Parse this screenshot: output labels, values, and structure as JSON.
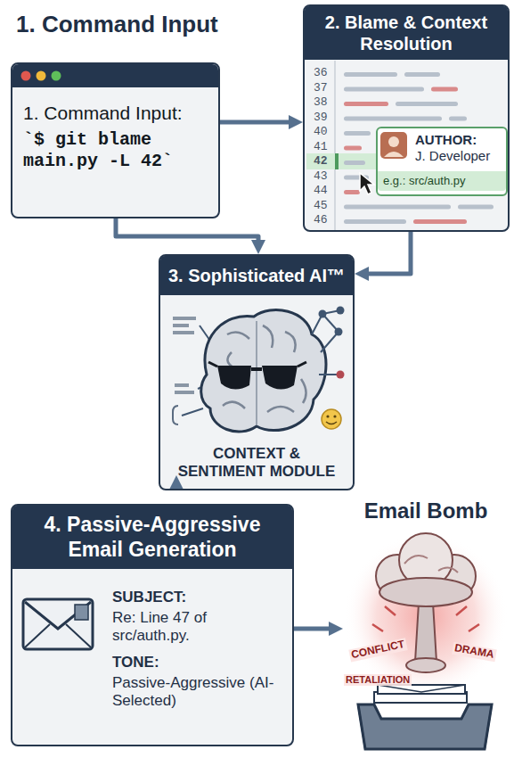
{
  "diagram": {
    "nodes": [
      {
        "text": [
          "1. Command Input",
          "1. Command Input:",
          "`$ git blame main.py -L 42`"
        ]
      },
      {
        "text": [
          "2. Blame & Context Resolution"
        ]
      },
      {
        "text": [
          "AUTHOR:",
          "J. Developer",
          "e.g.: src/auth.py"
        ],
        "in": 1
      },
      {
        "text": [
          "3. Sophisticated AI™",
          "CONTEXT & SENTIMENT MODULE"
        ]
      },
      {
        "text": [
          "4. Passive-Aggressive Email Generation",
          "SUBJECT:",
          "Re: Line 47 of src/auth.py.",
          "TONE:",
          "Passive-Aggressive (AI-Selected)"
        ]
      },
      {
        "text": [
          "Email Bomb"
        ]
      }
    ],
    "edges": [
      {
        "from": 0,
        "to": 1,
        "arrow": "to"
      },
      {
        "from": 0,
        "to": 3,
        "arrow": "to"
      },
      {
        "from": 1,
        "to": 3,
        "arrow": "to"
      },
      {
        "from": 3,
        "to": 4,
        "arrow": "to"
      },
      {
        "from": 4,
        "to": 5,
        "arrow": "to"
      }
    ],
    "labels": [
      "36",
      "37",
      "38",
      "39",
      "40",
      "41",
      "42",
      "43",
      "44",
      "45",
      "46",
      "CONFLICT",
      "RETALIATION",
      "DRAMA"
    ]
  }
}
